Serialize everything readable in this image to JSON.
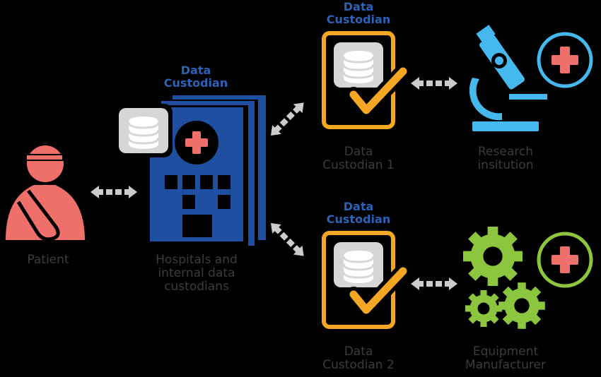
{
  "nodes": {
    "patient": {
      "label": "Patient"
    },
    "hospitals": {
      "custodian_heading": [
        "Data",
        "Custodian"
      ],
      "label": [
        "Hospitals and",
        "internal data",
        "custodians"
      ]
    },
    "custodian1": {
      "custodian_heading": [
        "Data",
        "Custodian"
      ],
      "label": [
        "Data",
        "Custodian 1"
      ]
    },
    "custodian2": {
      "custodian_heading": [
        "Data",
        "Custodian"
      ],
      "label": [
        "Data",
        "Custodian 2"
      ]
    },
    "research": {
      "label": [
        "Research",
        "insitution"
      ]
    },
    "manufacturer": {
      "label": [
        "Equipment",
        "Manufacturer"
      ]
    }
  },
  "icons": {
    "patient": "injured-patient-icon",
    "hospitals": "hospital-building-icon",
    "database": "database-icon",
    "custodian": "clipboard-check-icon",
    "research": "microscope-icon",
    "manufacturer": "gears-icon",
    "medical": "medical-cross-icon",
    "arrow": "double-arrow-icon"
  },
  "colors": {
    "background": "#000000",
    "patient": "#ef6f6a",
    "hospital": "#1f4fa0",
    "custodian_heading": "#2a63b8",
    "clipboard": "#f5a623",
    "microscope": "#45b8ee",
    "gears": "#8cc63f",
    "cross": "#ef6f6a",
    "database": "#d6d6d6",
    "arrow": "#cccccc",
    "label": "#3c3c3c"
  }
}
